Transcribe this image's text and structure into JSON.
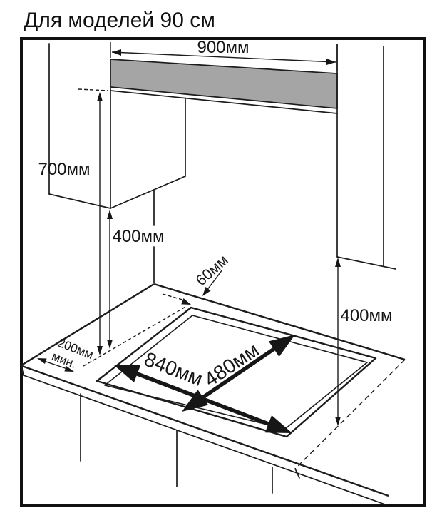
{
  "title": "Для моделей 90 см",
  "colors": {
    "line": "#1c1c1c",
    "band_fill": "#a5a5a5",
    "background": "#ffffff"
  },
  "dimensions": {
    "top_width": {
      "label": "900мм",
      "meaning": "niche width above hob"
    },
    "hood_height": {
      "label": "700мм",
      "meaning": "hood to worktop clearance"
    },
    "left_clearance": {
      "label": "400мм",
      "meaning": "left cabinet to worktop"
    },
    "back_gap": {
      "label": "60мм",
      "meaning": "cutout to rear edge gap"
    },
    "right_clearance": {
      "label": "400мм",
      "meaning": "right cabinet to worktop"
    },
    "side_min": {
      "label": "200мм",
      "qualifier": "мин.",
      "meaning": "min side clearance"
    },
    "cutout_width": {
      "label": "840мм",
      "meaning": "cutout width"
    },
    "cutout_depth": {
      "label": "480мм",
      "meaning": "cutout depth"
    }
  }
}
